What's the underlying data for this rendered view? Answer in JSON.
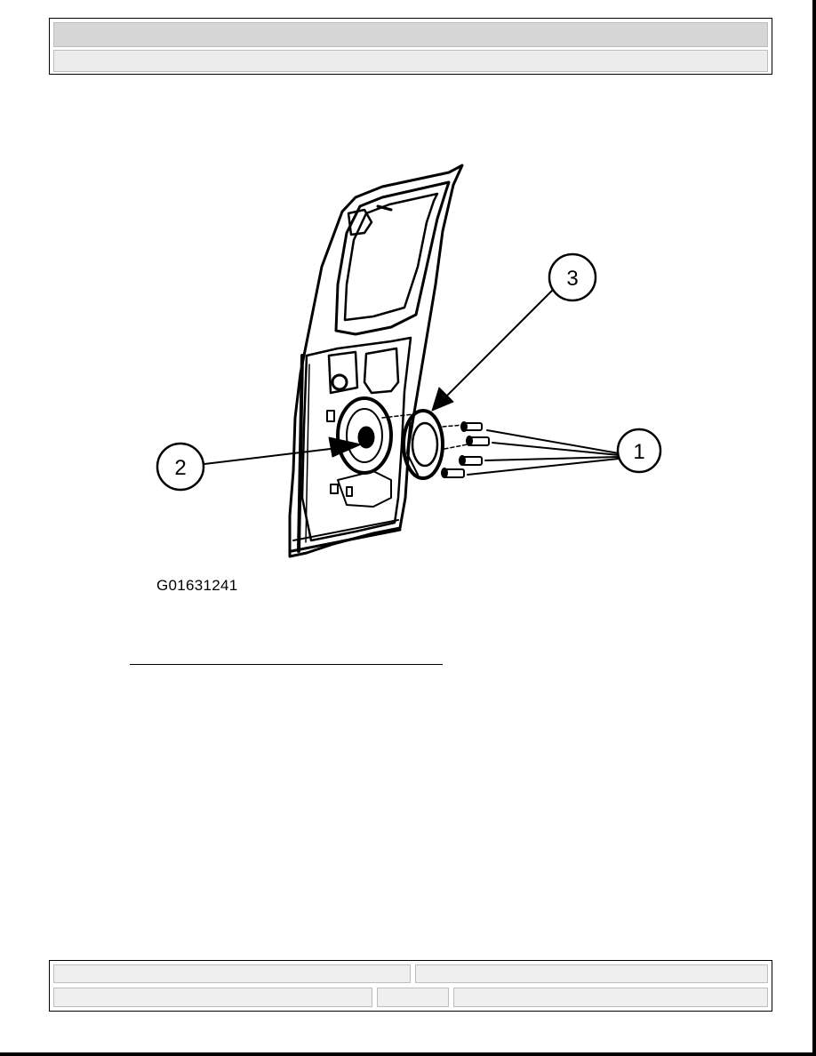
{
  "header": {
    "title": "",
    "subtitle": ""
  },
  "figure": {
    "id": "G01631241",
    "callouts": [
      {
        "number": "1"
      },
      {
        "number": "2"
      },
      {
        "number": "3"
      }
    ]
  },
  "footer": {
    "row1": [
      "",
      ""
    ],
    "row2": [
      "",
      "",
      ""
    ]
  }
}
